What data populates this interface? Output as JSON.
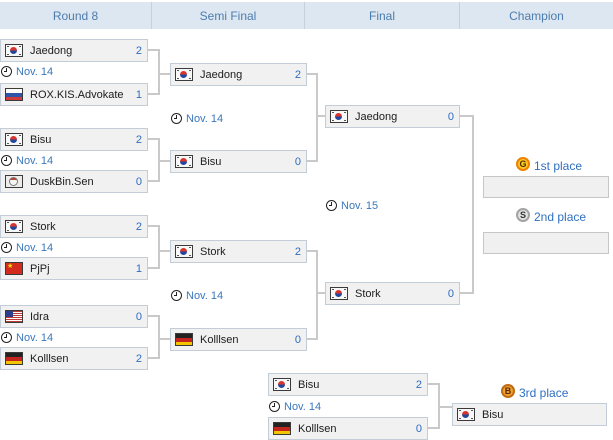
{
  "columns": [
    "Round 8",
    "Semi Final",
    "Final",
    "Champion"
  ],
  "round8": [
    {
      "date": "Nov. 14",
      "p1": {
        "name": "Jaedong",
        "flag": "kr",
        "score": "2"
      },
      "p2": {
        "name": "ROX.KIS.Advokate",
        "flag": "ru",
        "score": "1"
      }
    },
    {
      "date": "Nov. 14",
      "p1": {
        "name": "Bisu",
        "flag": "kr",
        "score": "2"
      },
      "p2": {
        "name": "DuskBin.Sen",
        "flag": "tw",
        "score": "0"
      }
    },
    {
      "date": "Nov. 14",
      "p1": {
        "name": "Stork",
        "flag": "kr",
        "score": "2"
      },
      "p2": {
        "name": "PjPj",
        "flag": "cn",
        "score": "1"
      }
    },
    {
      "date": "Nov. 14",
      "p1": {
        "name": "Idra",
        "flag": "us",
        "score": "0"
      },
      "p2": {
        "name": "Kolllsen",
        "flag": "de",
        "score": "2"
      }
    }
  ],
  "semifinal": [
    {
      "date": "Nov. 14",
      "p1": {
        "name": "Jaedong",
        "flag": "kr",
        "score": "2"
      },
      "p2": {
        "name": "Bisu",
        "flag": "kr",
        "score": "0"
      }
    },
    {
      "date": "Nov. 14",
      "p1": {
        "name": "Stork",
        "flag": "kr",
        "score": "2"
      },
      "p2": {
        "name": "Kolllsen",
        "flag": "de",
        "score": "0"
      }
    }
  ],
  "final": {
    "date": "Nov. 15",
    "p1": {
      "name": "Jaedong",
      "flag": "kr",
      "score": "0"
    },
    "p2": {
      "name": "Stork",
      "flag": "kr",
      "score": "0"
    }
  },
  "third_place_match": {
    "date": "Nov. 14",
    "p1": {
      "name": "Bisu",
      "flag": "kr",
      "score": "2"
    },
    "p2": {
      "name": "Kolllsen",
      "flag": "de",
      "score": "0"
    }
  },
  "placements": {
    "first": {
      "medal": "G",
      "label": "1st place",
      "winner": ""
    },
    "second": {
      "medal": "S",
      "label": "2nd place",
      "winner": ""
    },
    "third": {
      "medal": "B",
      "label": "3rd place",
      "winner": {
        "name": "Bisu",
        "flag": "kr"
      }
    }
  },
  "colors": {
    "header_bg": "#dce7f1",
    "header_text": "#4d7cae",
    "box_bg": "#f1f1f1",
    "box_border": "#c2cdd8",
    "score_text": "#2e6cc0",
    "date_text": "#3b77bb",
    "connector": "#c9c9c9",
    "gold": "#ffc726",
    "silver": "#e2e2e2",
    "bronze": "#f2a42e"
  }
}
